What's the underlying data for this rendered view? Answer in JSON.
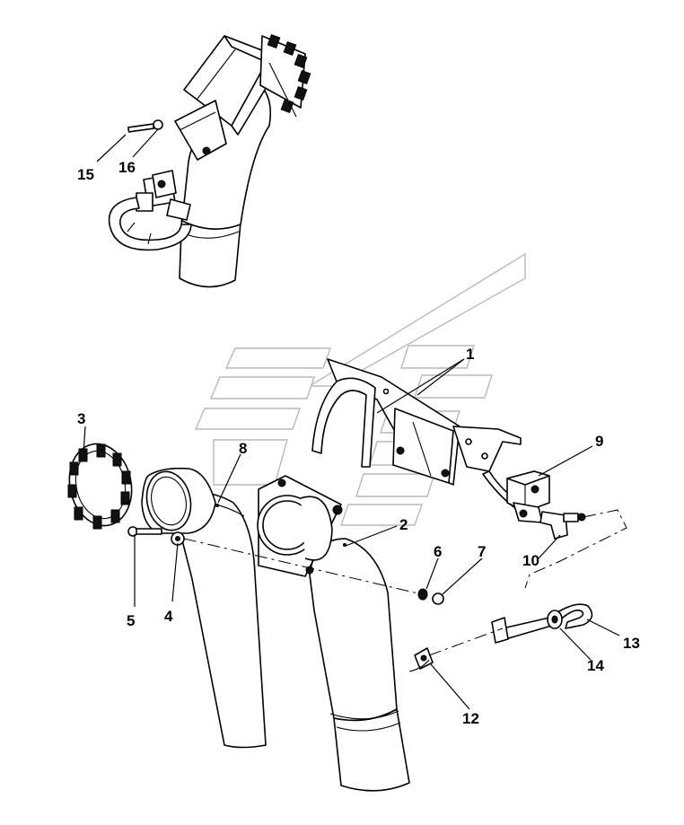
{
  "callouts": [
    {
      "id": "c1",
      "text": "1"
    },
    {
      "id": "c2",
      "text": "2"
    },
    {
      "id": "c3",
      "text": "3"
    },
    {
      "id": "c4",
      "text": "4"
    },
    {
      "id": "c5",
      "text": "5"
    },
    {
      "id": "c6",
      "text": "6"
    },
    {
      "id": "c7",
      "text": "7"
    },
    {
      "id": "c8",
      "text": "8"
    },
    {
      "id": "c9",
      "text": "9"
    },
    {
      "id": "c10",
      "text": "10"
    },
    {
      "id": "c12",
      "text": "12"
    },
    {
      "id": "c13",
      "text": "13"
    },
    {
      "id": "c14",
      "text": "14"
    },
    {
      "id": "c15",
      "text": "15"
    },
    {
      "id": "c16",
      "text": "16"
    }
  ]
}
